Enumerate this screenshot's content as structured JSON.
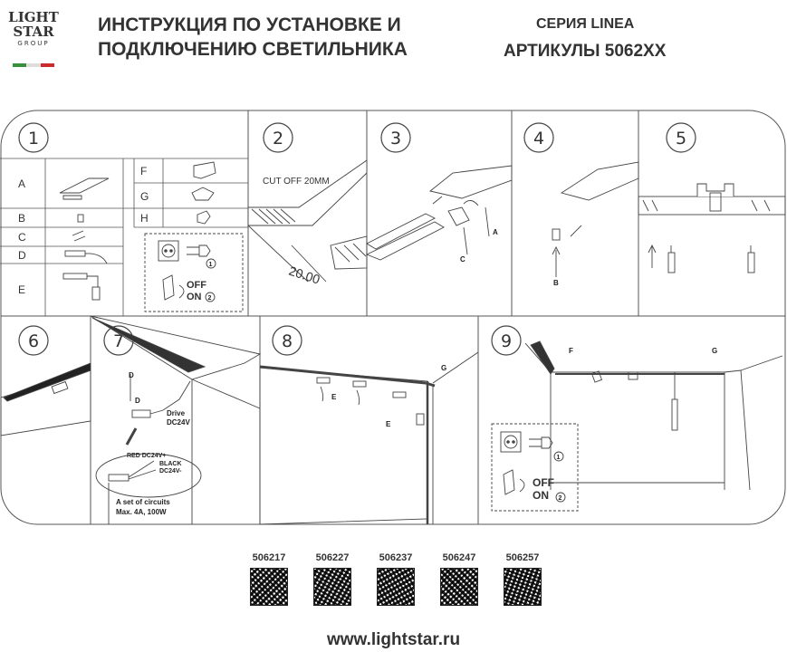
{
  "header": {
    "logo": {
      "line1": "LIGHT",
      "line2": "STAR",
      "line3": "GROUP"
    },
    "title_line1": "ИНСТРУКЦИЯ ПО УСТАНОВКЕ И",
    "title_line2": "ПОДКЛЮЧЕНИЮ СВЕТИЛЬНИКА",
    "series": "СЕРИЯ LINEA",
    "article": "АРТИКУЛЫ 5062XX"
  },
  "steps": {
    "s1": "1",
    "s2": "2",
    "s3": "3",
    "s4": "4",
    "s5": "5",
    "s6": "6",
    "s7": "7",
    "s8": "8",
    "s9": "9"
  },
  "parts": [
    {
      "letter": "A"
    },
    {
      "letter": "B"
    },
    {
      "letter": "C"
    },
    {
      "letter": "D"
    },
    {
      "letter": "E"
    },
    {
      "letter": "F"
    },
    {
      "letter": "G"
    },
    {
      "letter": "H"
    }
  ],
  "step1": {
    "plug_num": "1",
    "off": "OFF",
    "on": "ON",
    "switch_num": "2"
  },
  "step2": {
    "cutoff": "CUT OFF 20MM",
    "dim": "20.00"
  },
  "step3": {
    "label_a": "A",
    "label_c": "C"
  },
  "step4": {
    "label_b": "B"
  },
  "step7": {
    "label_d1": "D",
    "label_d2": "D",
    "drive_l1": "Drive",
    "drive_l2": "DC24V",
    "red": "RED DC24V+",
    "black_l1": "BLACK",
    "black_l2": "DC24V-",
    "circuits_l1": "A set of circuits",
    "circuits_l2": "Max. 4A, 100W"
  },
  "step8": {
    "label_g": "G",
    "label_e1": "E",
    "label_e2": "E"
  },
  "step9": {
    "label_f": "F",
    "label_g": "G",
    "plug_num": "1",
    "off": "OFF",
    "on": "ON",
    "switch_num": "2"
  },
  "articles": [
    "506217",
    "506227",
    "506237",
    "506247",
    "506257"
  ],
  "website": "www.lightstar.ru",
  "colors": {
    "flag_green": "#3a8f3a",
    "flag_white": "#ffffff",
    "flag_red": "#cc2b2b",
    "line": "#555555"
  }
}
